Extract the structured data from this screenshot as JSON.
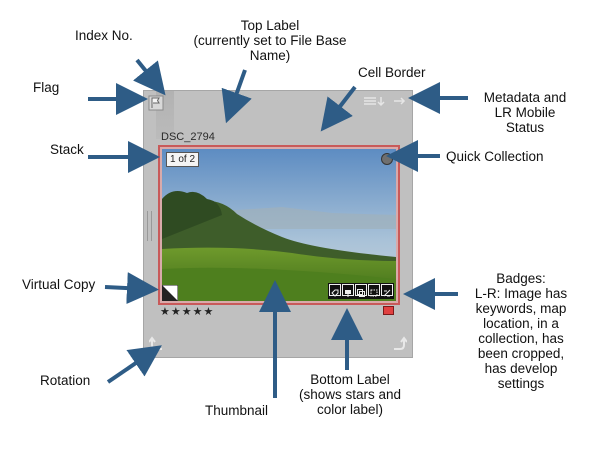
{
  "labels": {
    "index_no": "Index No.",
    "top_label": [
      "Top Label",
      "(currently set to File Base",
      "Name)"
    ],
    "cell_border": "Cell Border",
    "flag": "Flag",
    "metadata": [
      "Metadata and",
      "LR Mobile",
      "Status"
    ],
    "stack": "Stack",
    "quick_collection": "Quick Collection",
    "virtual_copy": "Virtual Copy",
    "badges": [
      "Badges:",
      "L-R: Image has",
      "keywords, map",
      "location, in a",
      "collection, has",
      "been cropped,",
      "has develop",
      "settings"
    ],
    "rotation": "Rotation",
    "bottom_label": [
      "Bottom Label",
      "(shows stars and",
      "color label)"
    ],
    "thumbnail": "Thumbnail"
  },
  "cell": {
    "file_name": "DSC_2794",
    "stack_badge": "1 of 2",
    "stars": "★★★★★",
    "color_label_color": "#e04040"
  },
  "colors": {
    "arrow": "#2e5c86",
    "cell_bg": "#c0c0c0",
    "thumb_border": "#c85a5a"
  },
  "icons": [
    "flag-icon",
    "metadata-icon",
    "mobile-sync-icon",
    "quick-collection-icon",
    "virtual-copy-icon",
    "keyword-badge-icon",
    "map-badge-icon",
    "collection-badge-icon",
    "crop-badge-icon",
    "develop-badge-icon",
    "rotate-left-icon",
    "rotate-right-icon"
  ]
}
